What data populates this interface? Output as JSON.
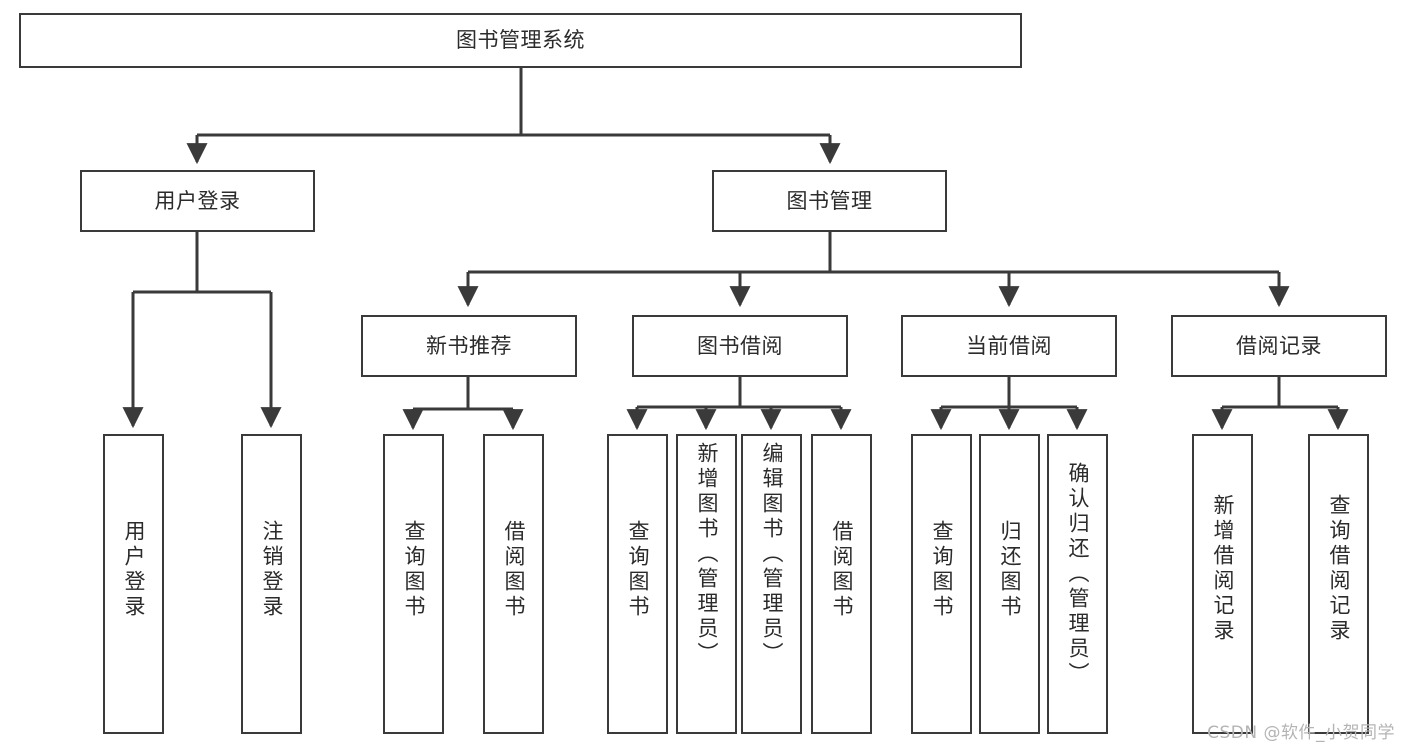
{
  "diagram": {
    "title": "图书管理系统",
    "watermark": "CSDN @软件_小贺同学",
    "stroke_color": "#3a3a3a",
    "text_color": "#2b2b2b",
    "background_color": "#ffffff",
    "nodes": {
      "root": {
        "label": "图书管理系统"
      },
      "level2": [
        {
          "label": "用户登录"
        },
        {
          "label": "图书管理"
        }
      ],
      "level3": [
        {
          "label": "新书推荐"
        },
        {
          "label": "图书借阅"
        },
        {
          "label": "当前借阅"
        },
        {
          "label": "借阅记录"
        }
      ],
      "leaves_user_login": [
        {
          "label": "用户登录"
        },
        {
          "label": "注销登录"
        }
      ],
      "leaves_new_book": [
        {
          "label": "查询图书"
        },
        {
          "label": "借阅图书"
        }
      ],
      "leaves_borrow": [
        {
          "label": "查询图书"
        },
        {
          "label": "新增图书（管理员）"
        },
        {
          "label": "编辑图书（管理员）"
        },
        {
          "label": "借阅图书"
        }
      ],
      "leaves_current": [
        {
          "label": "查询图书"
        },
        {
          "label": "归还图书"
        },
        {
          "label": "确认归还（管理员）"
        }
      ],
      "leaves_records": [
        {
          "label": "新增借阅记录"
        },
        {
          "label": "查询借阅记录"
        }
      ]
    }
  }
}
